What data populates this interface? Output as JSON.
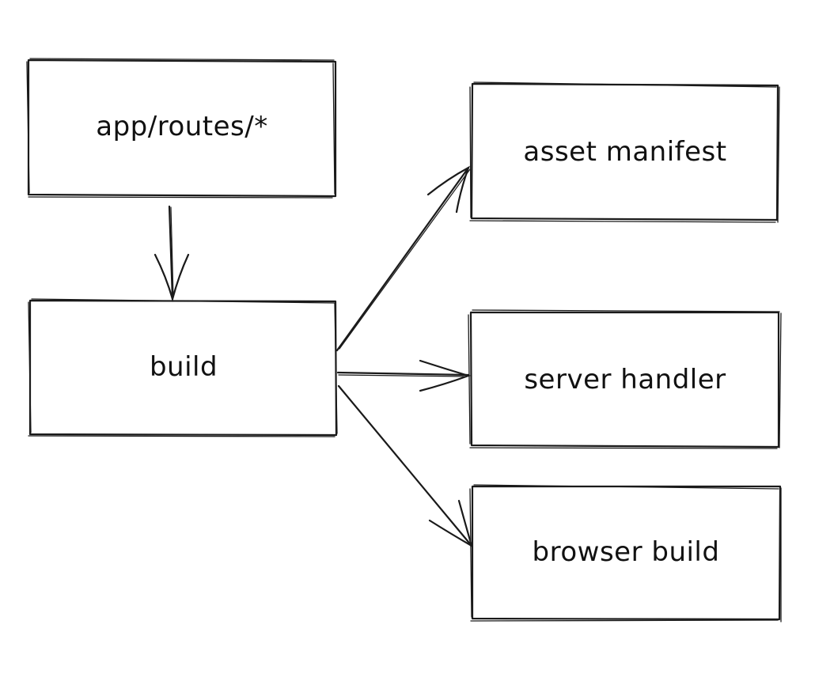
{
  "diagram": {
    "nodes": {
      "routes": "app/routes/*",
      "build": "build",
      "asset_manifest": "asset manifest",
      "server_handler": "server handler",
      "browser_build": "browser build"
    },
    "edges": [
      {
        "from": "app/routes/*",
        "to": "build"
      },
      {
        "from": "build",
        "to": "asset manifest"
      },
      {
        "from": "build",
        "to": "server handler"
      },
      {
        "from": "build",
        "to": "browser build"
      }
    ],
    "stroke_color": "#1a1a1a",
    "background": "#ffffff"
  }
}
